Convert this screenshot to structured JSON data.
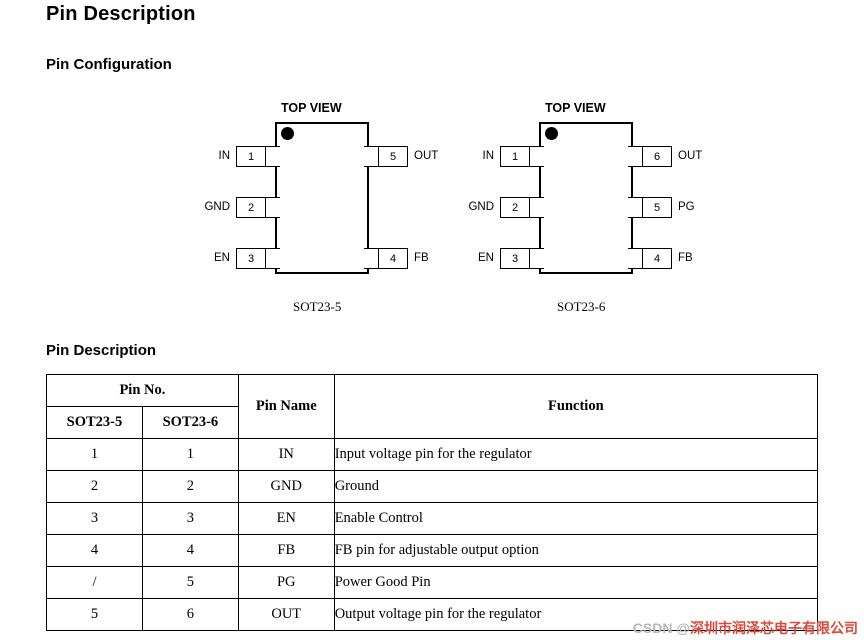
{
  "document": {
    "title": "Pin Description",
    "section_pin_configuration": "Pin Configuration",
    "section_pin_description": "Pin Description"
  },
  "packages": [
    {
      "view_label": "TOP VIEW",
      "caption": "SOT23-5",
      "left_pins": [
        {
          "number": "1",
          "name": "IN"
        },
        {
          "number": "2",
          "name": "GND"
        },
        {
          "number": "3",
          "name": "EN"
        }
      ],
      "right_pins": [
        {
          "number": "5",
          "name": "OUT"
        },
        {
          "number": "4",
          "name": "FB"
        }
      ]
    },
    {
      "view_label": "TOP VIEW",
      "caption": "SOT23-6",
      "left_pins": [
        {
          "number": "1",
          "name": "IN"
        },
        {
          "number": "2",
          "name": "GND"
        },
        {
          "number": "3",
          "name": "EN"
        }
      ],
      "right_pins": [
        {
          "number": "6",
          "name": "OUT"
        },
        {
          "number": "5",
          "name": "PG"
        },
        {
          "number": "4",
          "name": "FB"
        }
      ]
    }
  ],
  "table": {
    "headers": {
      "pin_no": "Pin No.",
      "sot23_5": "SOT23-5",
      "sot23_6": "SOT23-6",
      "pin_name": "Pin Name",
      "function": "Function"
    },
    "rows": [
      {
        "sot23_5": "1",
        "sot23_6": "1",
        "pin_name": "IN",
        "function": "Input voltage pin for the regulator"
      },
      {
        "sot23_5": "2",
        "sot23_6": "2",
        "pin_name": "GND",
        "function": "Ground"
      },
      {
        "sot23_5": "3",
        "sot23_6": "3",
        "pin_name": "EN",
        "function": "Enable Control"
      },
      {
        "sot23_5": "4",
        "sot23_6": "4",
        "pin_name": "FB",
        "function": "FB pin for adjustable output option"
      },
      {
        "sot23_5": "/",
        "sot23_6": "5",
        "pin_name": "PG",
        "function": "Power Good Pin"
      },
      {
        "sot23_5": "5",
        "sot23_6": "6",
        "pin_name": "OUT",
        "function": "Output voltage pin for the regulator"
      }
    ]
  },
  "watermark": {
    "prefix": "CSDN @",
    "text": "深圳市润泽芯电子有限公司"
  }
}
